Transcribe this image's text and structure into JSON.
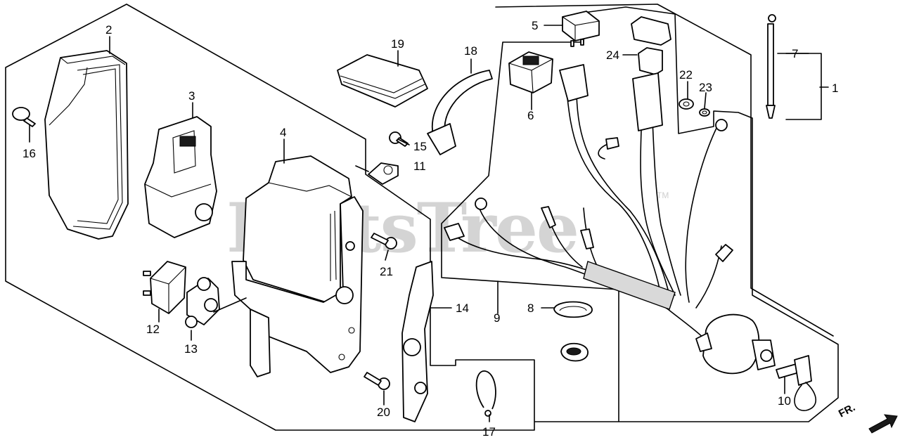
{
  "watermark": {
    "text": "PartsTree",
    "trademark": "TM"
  },
  "direction": {
    "label": "FR."
  },
  "callouts": [
    {
      "id": "c1",
      "label": "1"
    },
    {
      "id": "c2",
      "label": "2"
    },
    {
      "id": "c3",
      "label": "3"
    },
    {
      "id": "c4",
      "label": "4"
    },
    {
      "id": "c5",
      "label": "5"
    },
    {
      "id": "c6",
      "label": "6"
    },
    {
      "id": "c7",
      "label": "7"
    },
    {
      "id": "c8",
      "label": "8"
    },
    {
      "id": "c9",
      "label": "9"
    },
    {
      "id": "c10",
      "label": "10"
    },
    {
      "id": "c11",
      "label": "11"
    },
    {
      "id": "c12",
      "label": "12"
    },
    {
      "id": "c13",
      "label": "13"
    },
    {
      "id": "c14",
      "label": "14"
    },
    {
      "id": "c15",
      "label": "15"
    },
    {
      "id": "c16",
      "label": "16"
    },
    {
      "id": "c17",
      "label": "17"
    },
    {
      "id": "c18",
      "label": "18"
    },
    {
      "id": "c19",
      "label": "19"
    },
    {
      "id": "c20",
      "label": "20"
    },
    {
      "id": "c21",
      "label": "21"
    },
    {
      "id": "c22",
      "label": "22"
    },
    {
      "id": "c23",
      "label": "23"
    },
    {
      "id": "c24",
      "label": "24"
    }
  ]
}
